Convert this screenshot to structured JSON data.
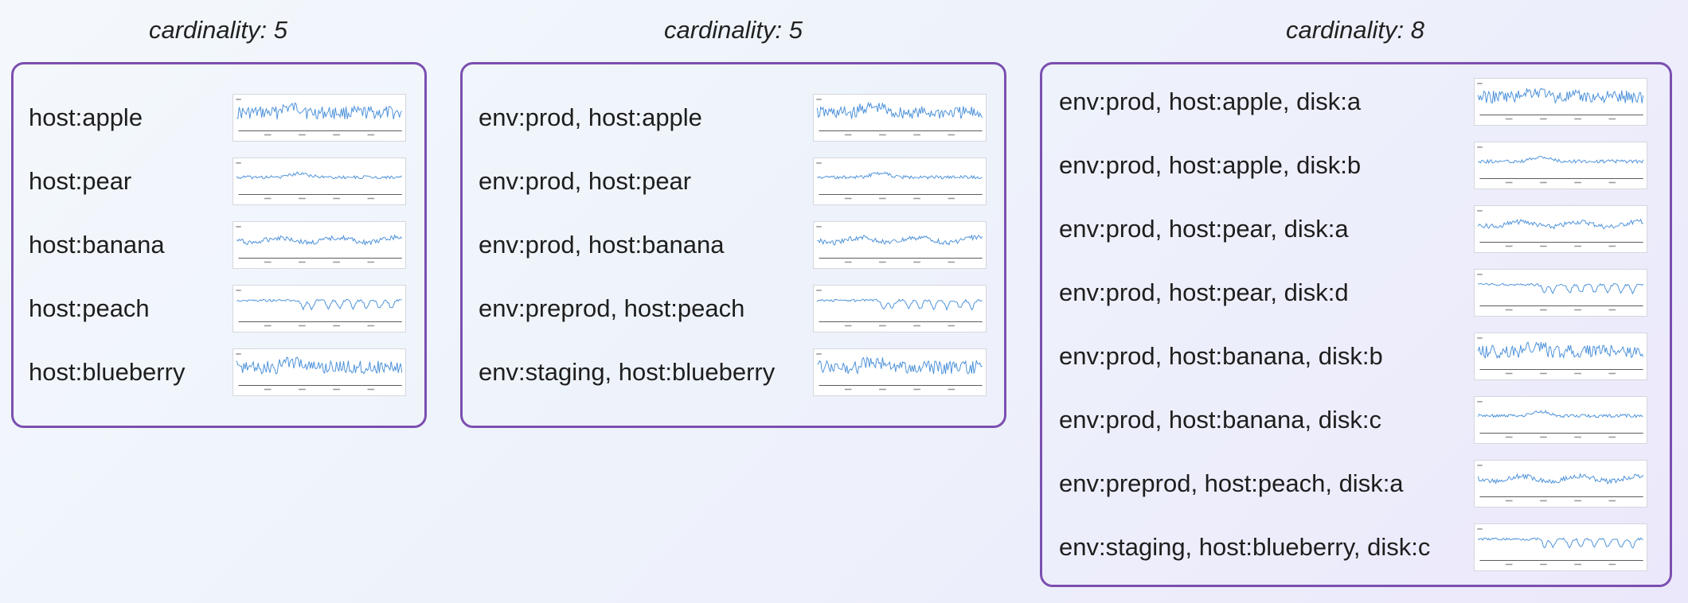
{
  "groups": [
    {
      "cardinality_label": "cardinality: 5",
      "rows": [
        {
          "label": "host:apple",
          "pattern": "spiky"
        },
        {
          "label": "host:pear",
          "pattern": "flat"
        },
        {
          "label": "host:banana",
          "pattern": "wavy"
        },
        {
          "label": "host:peach",
          "pattern": "dips"
        },
        {
          "label": "host:blueberry",
          "pattern": "spiky"
        }
      ]
    },
    {
      "cardinality_label": "cardinality: 5",
      "rows": [
        {
          "label": "env:prod, host:apple",
          "pattern": "spiky"
        },
        {
          "label": "env:prod, host:pear",
          "pattern": "flat"
        },
        {
          "label": "env:prod, host:banana",
          "pattern": "wavy"
        },
        {
          "label": "env:preprod, host:peach",
          "pattern": "dips"
        },
        {
          "label": "env:staging, host:blueberry",
          "pattern": "spiky"
        }
      ]
    },
    {
      "cardinality_label": "cardinality: 8",
      "rows": [
        {
          "label": "env:prod, host:apple, disk:a",
          "pattern": "spiky"
        },
        {
          "label": "env:prod, host:apple, disk:b",
          "pattern": "flat"
        },
        {
          "label": "env:prod, host:pear, disk:a",
          "pattern": "wavy"
        },
        {
          "label": "env:prod, host:pear, disk:d",
          "pattern": "dips"
        },
        {
          "label": "env:prod, host:banana, disk:b",
          "pattern": "spiky"
        },
        {
          "label": "env:prod, host:banana, disk:c",
          "pattern": "flat"
        },
        {
          "label": "env:preprod, host:peach, disk:a",
          "pattern": "wavy"
        },
        {
          "label": "env:staging, host:blueberry, disk:c",
          "pattern": "dips"
        }
      ]
    }
  ],
  "colors": {
    "box_border": "#7b4fb0",
    "sparkline": "#4a90d9"
  }
}
